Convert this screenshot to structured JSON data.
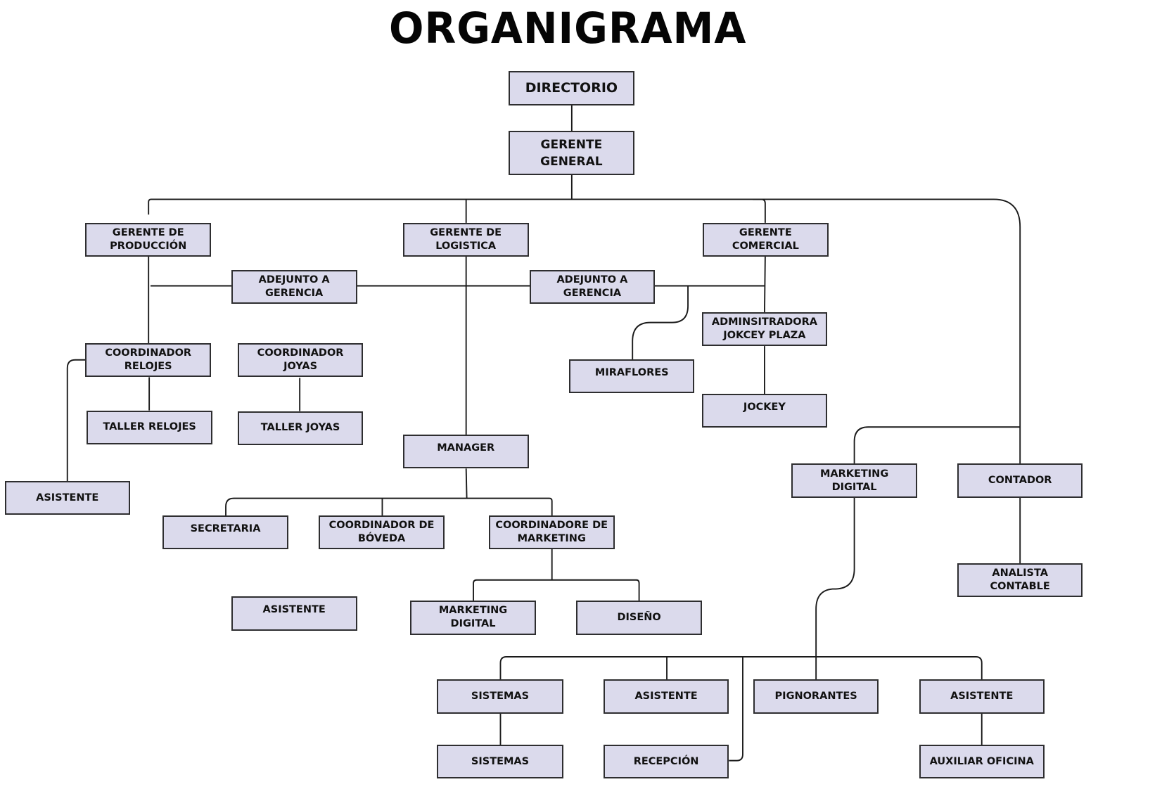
{
  "title": "ORGANIGRAMA",
  "colors": {
    "box_fill": "#dbdaec",
    "box_border": "#2e2e30",
    "line": "#1a1a1a",
    "text": "#111111"
  },
  "nodes": {
    "directorio": "DIRECTORIO",
    "gerente_general": "GERENTE\nGENERAL",
    "gerente_produccion": "GERENTE DE\nPRODUCCIÓN",
    "gerente_logistica": "GERENTE DE\nLOGISTICA",
    "gerente_comercial": "GERENTE\nCOMERCIAL",
    "adjunto_gerencia_1": "ADEJUNTO A\nGERENCIA",
    "adjunto_gerencia_2": "ADEJUNTO A\nGERENCIA",
    "administradora_jockey": "ADMINSITRADORA\nJOKCEY PLAZA",
    "coordinador_relojes": "COORDINADOR\nRELOJES",
    "coordinador_joyas": "COORDINADOR\nJOYAS",
    "miraflores": "MIRAFLORES",
    "jockey": "JOCKEY",
    "taller_relojes": "TALLER RELOJES",
    "taller_joyas": "TALLER JOYAS",
    "manager": "MANAGER",
    "asistente_relojes": "ASISTENTE",
    "marketing_digital_com": "MARKETING\nDIGITAL",
    "contador": "CONTADOR",
    "secretaria": "SECRETARIA",
    "coordinador_boveda": "COORDINADOR DE\nBÓVEDA",
    "coordinadore_marketing": "COORDINADORE DE\nMARKETING",
    "analista_contable": "ANALISTA\nCONTABLE",
    "asistente_manager": "ASISTENTE",
    "marketing_digital_log": "MARKETING\nDIGITAL",
    "diseno": "DISEÑO",
    "sistemas_1": "SISTEMAS",
    "asistente_1": "ASISTENTE",
    "pignorantes": "PIGNORANTES",
    "asistente_2": "ASISTENTE",
    "sistemas_2": "SISTEMAS",
    "recepcion": "RECEPCIÓN",
    "auxiliar_oficina": "AUXILIAR OFICINA"
  }
}
